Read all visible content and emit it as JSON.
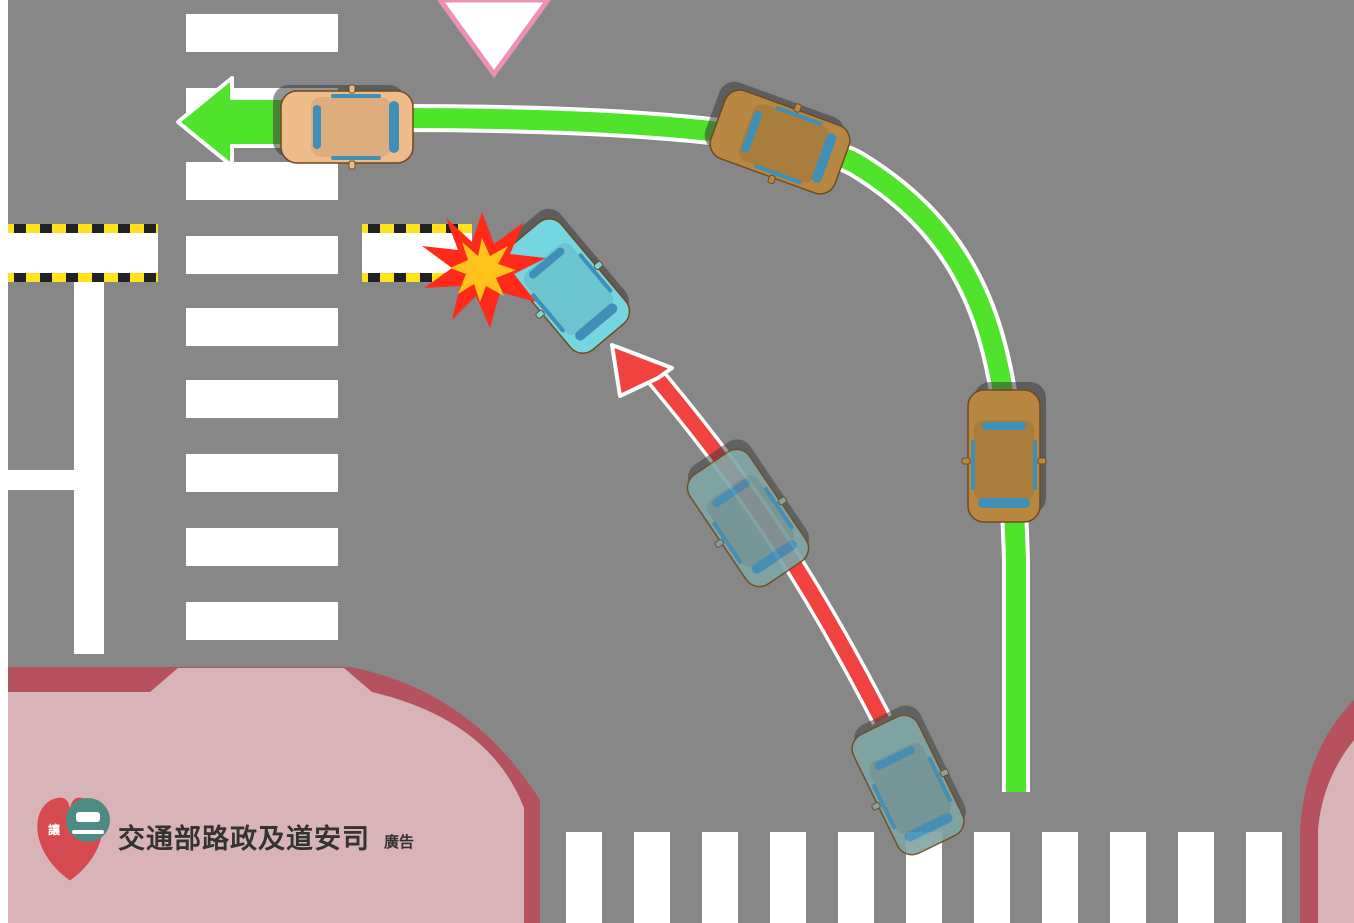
{
  "caption": {
    "organization": "交通部路政及道安司",
    "suffix": "廣告"
  },
  "colors": {
    "road": "#878787",
    "sidewalk": "#d8b4b8",
    "curb": "#b5525e",
    "marking": "#ffffff",
    "safe_path": "#4fe32c",
    "unsafe_path": "#f0433f",
    "path_outline": "#ffffff",
    "orange_car": "#f0bb8a",
    "brown_car": "#b88842",
    "cyan_car": "#76d6e0",
    "ghost_car": "#7fa5a6",
    "collision": "#ff2a1a",
    "collision_core": "#ffc21a",
    "yield_outline": "#ee8fb5",
    "hazard_stripe": "#ffe21c",
    "logo_heart": "#d54a4f",
    "logo_badge": "#4e8b82"
  },
  "icons": {
    "yield": "yield-triangle-icon",
    "collision": "collision-burst-icon",
    "logo": "road-safety-heart-logo-icon"
  },
  "diagram": {
    "safe_vehicle_positions": 3,
    "unsafe_vehicle_positions": 3
  }
}
